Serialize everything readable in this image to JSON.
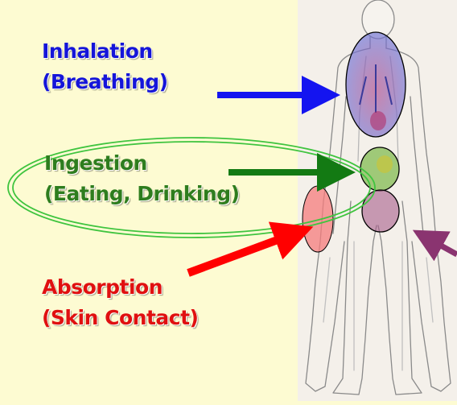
{
  "routes": {
    "inhalation": {
      "title": "Inhalation",
      "subtitle": "(Breathing)",
      "color": "#1515d9"
    },
    "ingestion": {
      "title": "Ingestion",
      "subtitle": "(Eating, Drinking)",
      "color": "#2e7d1e"
    },
    "absorption": {
      "title": "Absorption",
      "subtitle": "(Skin Contact)",
      "color": "#e01010"
    }
  },
  "colors": {
    "left_background": "#fdfbd2",
    "right_background": "#f4f0ea",
    "inhalation_arrow": "#1414f0",
    "ingestion_arrow": "#137a13",
    "ingestion_ellipse": "#3fc43f",
    "absorption_arrow": "#ff0000",
    "lower_abdomen_arrow": "#8a3470"
  },
  "icons": {
    "figure": "human-anatomy-figure-icon"
  }
}
